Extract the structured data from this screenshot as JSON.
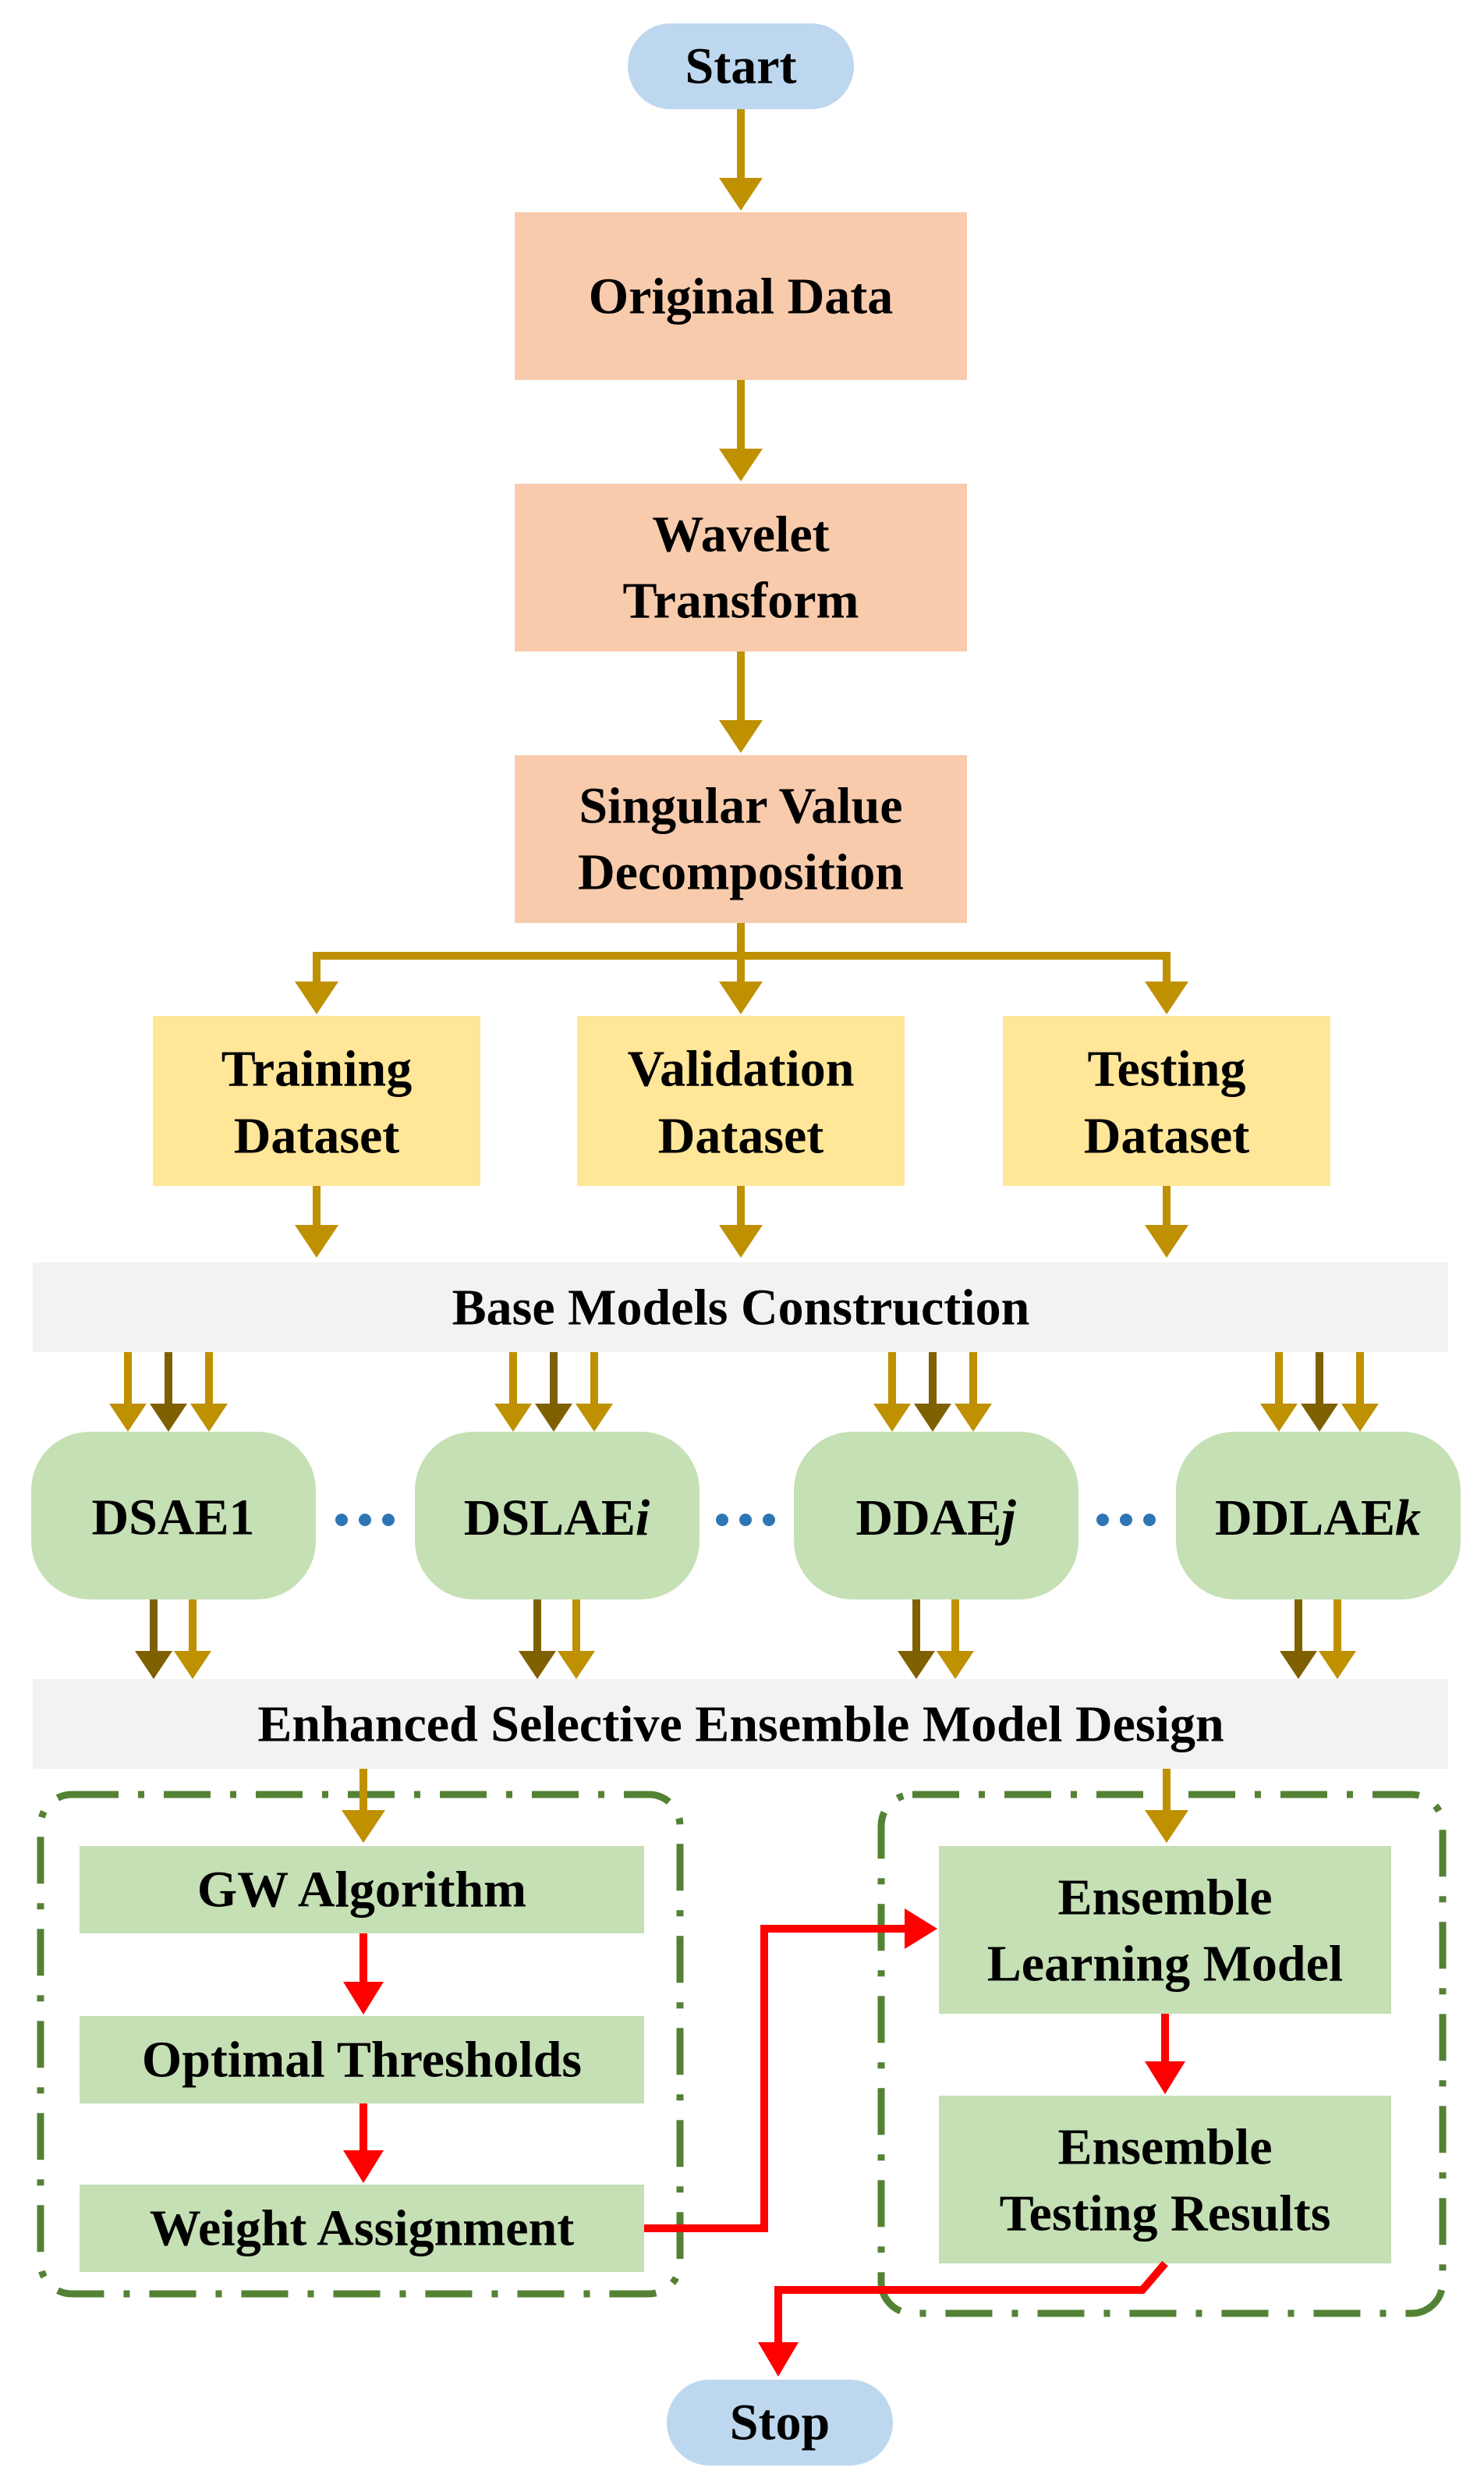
{
  "colors": {
    "terminal": "#bdd7ee",
    "process": "#f8cbad",
    "dataset": "#ffe699",
    "bar": "#f2f2f2",
    "green": "#c5e0b4",
    "frame": "#548235",
    "arrow": "#bf9000",
    "arrow_dark": "#7f6000",
    "arrow_red": "#ff0000",
    "dots": "#2e75b6"
  },
  "start": "Start",
  "stop": "Stop",
  "process": {
    "original": "Original Data",
    "wavelet": [
      "Wavelet",
      "Transform"
    ],
    "svd": [
      "Singular Value",
      "Decomposition"
    ]
  },
  "datasets": {
    "training": [
      "Training",
      "Dataset"
    ],
    "validation": [
      "Validation",
      "Dataset"
    ],
    "testing": [
      "Testing",
      "Dataset"
    ]
  },
  "base_models_title": "Base Models Construction",
  "models": {
    "m1": "DSAE1",
    "m2": {
      "name": "DSLAE",
      "suffix": "i"
    },
    "m3": {
      "name": "DDAE",
      "suffix": "j"
    },
    "m4": {
      "name": "DDLAE",
      "suffix": "k"
    }
  },
  "ensemble_title": "Enhanced Selective Ensemble Model Design",
  "left_steps": {
    "gw": "GW Algorithm",
    "thresholds": "Optimal Thresholds",
    "weights": "Weight Assignment"
  },
  "right_steps": {
    "learning": [
      "Ensemble",
      "Learning Model"
    ],
    "testing": [
      "Ensemble",
      "Testing Results"
    ]
  }
}
